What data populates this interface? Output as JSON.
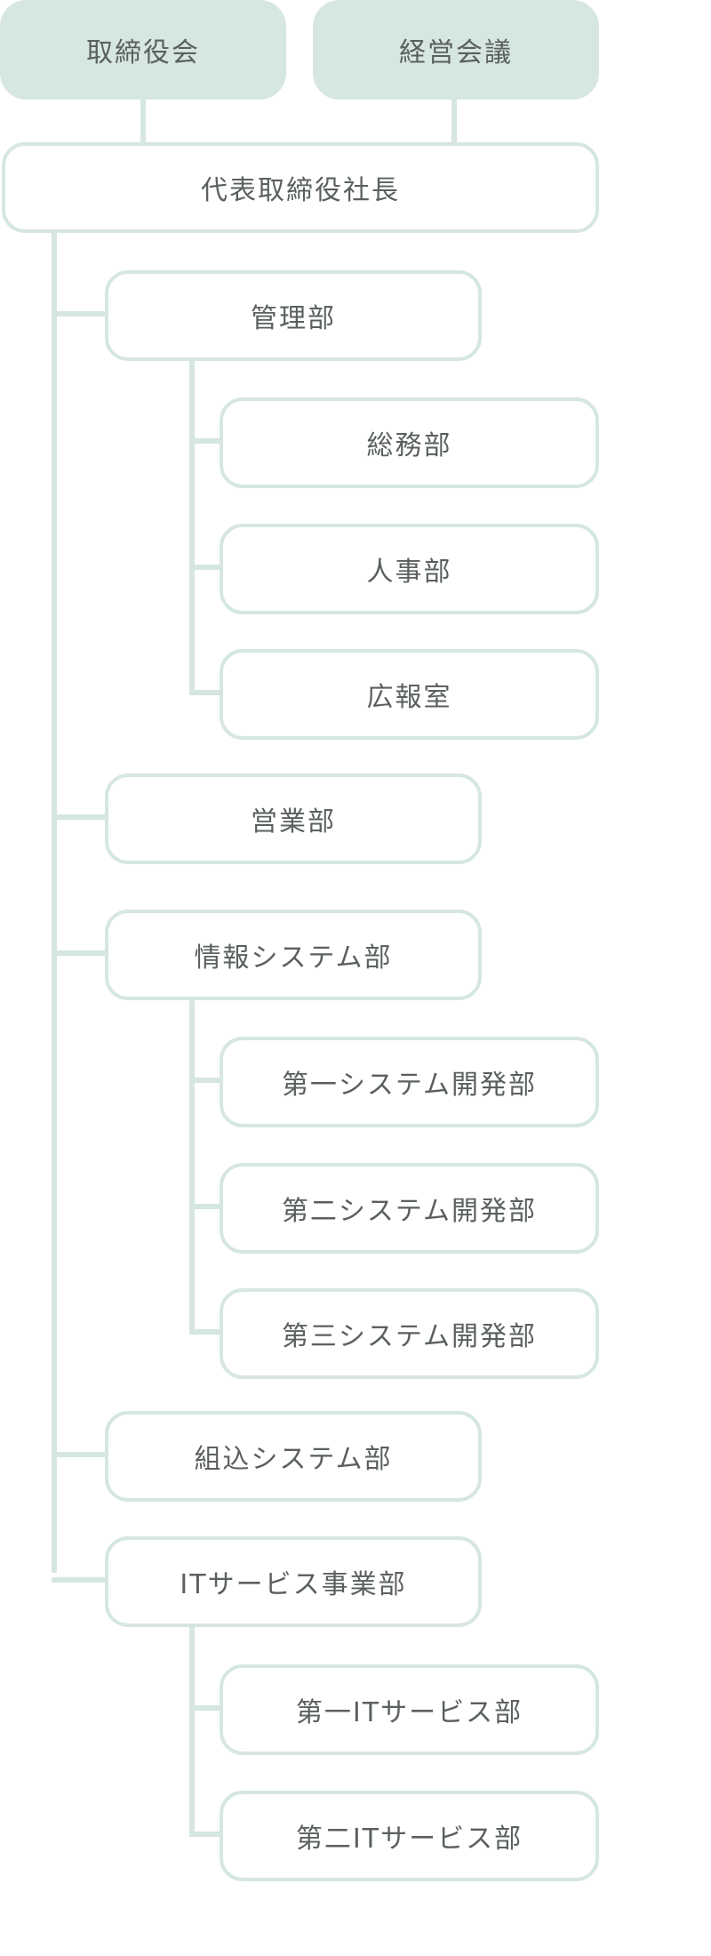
{
  "colors": {
    "line": "#d6e6e2",
    "box_fill": "#d6e6e2",
    "box_border": "#d6e6e2",
    "text": "#5a605f"
  },
  "top": {
    "board": "取締役会",
    "management_meeting": "経営会議"
  },
  "president": "代表取締役社長",
  "departments": {
    "admin": {
      "label": "管理部",
      "children": [
        "総務部",
        "人事部",
        "広報室"
      ]
    },
    "sales": {
      "label": "営業部"
    },
    "info_systems": {
      "label": "情報システム部",
      "children": [
        "第一システム開発部",
        "第二システム開発部",
        "第三システム開発部"
      ]
    },
    "embedded": {
      "label": "組込システム部"
    },
    "it_services": {
      "label": "ITサービス事業部",
      "children": [
        "第一ITサービス部",
        "第二ITサービス部"
      ]
    }
  }
}
